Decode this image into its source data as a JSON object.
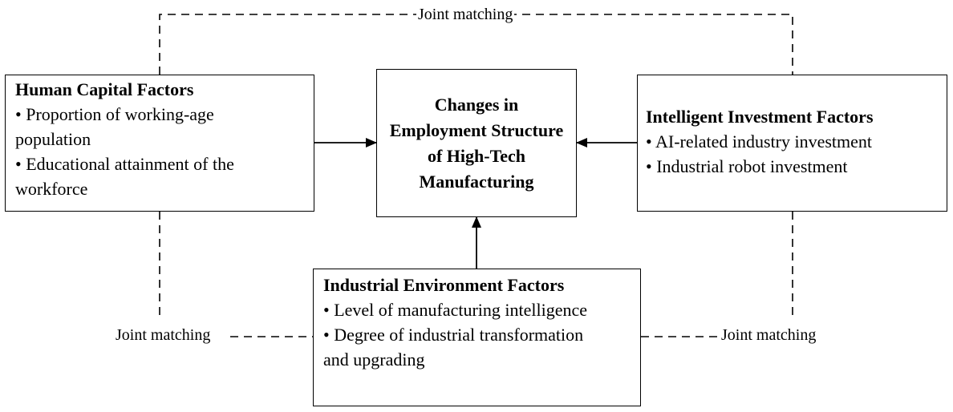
{
  "boxes": {
    "human_capital": {
      "title": "Human Capital Factors",
      "items": [
        "Proportion of working-age population",
        "Educational attainment of the workforce"
      ]
    },
    "employment_change": {
      "title": "Changes in Employment Structure of High-Tech Manufacturing"
    },
    "intelligent_investment": {
      "title": "Intelligent Investment Factors",
      "items": [
        "AI-related industry investment",
        "Industrial robot investment"
      ]
    },
    "industrial_environment": {
      "title": "Industrial Environment Factors",
      "items": [
        "Level of manufacturing intelligence",
        "Degree of industrial transformation and upgrading"
      ]
    }
  },
  "bullet": "•",
  "joint_labels": {
    "top": "Joint matching",
    "left": "Joint matching",
    "right": "Joint matching"
  },
  "colors": {
    "line": "#000000",
    "background": "#ffffff"
  }
}
